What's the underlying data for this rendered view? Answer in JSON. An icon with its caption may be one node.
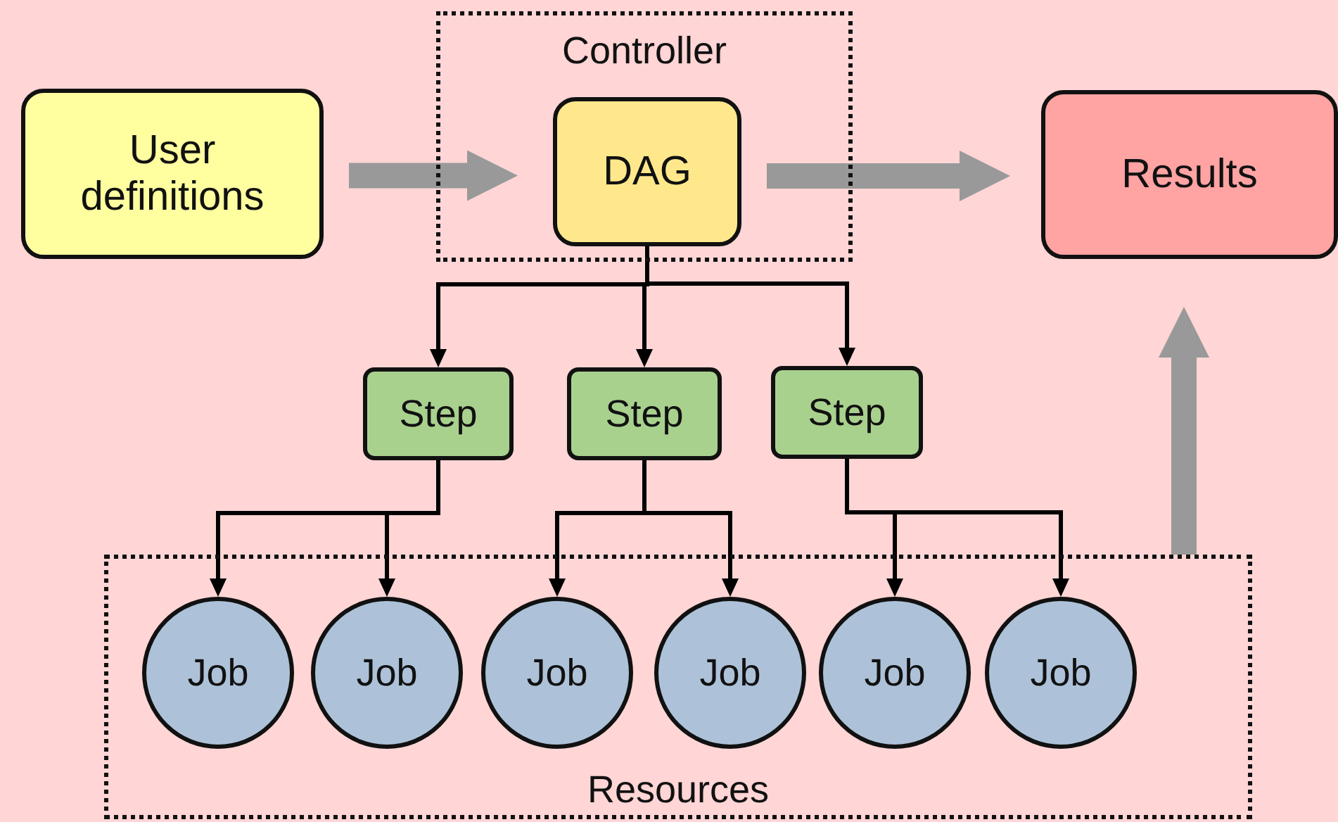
{
  "diagram": {
    "nodes": [
      {
        "text": [
          "Controller"
        ]
      },
      {
        "text": [
          "User definitions"
        ]
      },
      {
        "text": [
          "DAG"
        ],
        "in": 0
      },
      {
        "text": [
          "Results"
        ]
      },
      {
        "text": [
          "Step"
        ]
      },
      {
        "text": [
          "Step"
        ]
      },
      {
        "text": [
          "Step"
        ]
      },
      {
        "text": [
          "Resources"
        ]
      },
      {
        "text": [
          "Job"
        ],
        "in": 7
      },
      {
        "text": [
          "Job"
        ],
        "in": 7
      },
      {
        "text": [
          "Job"
        ],
        "in": 7
      },
      {
        "text": [
          "Job"
        ],
        "in": 7
      },
      {
        "text": [
          "Job"
        ],
        "in": 7
      },
      {
        "text": [
          "Job"
        ],
        "in": 7
      }
    ],
    "edges": [
      {
        "from": 1,
        "to": 2,
        "arrow": "to",
        "style": "thick",
        "color": "#999999"
      },
      {
        "from": 2,
        "to": 3,
        "arrow": "to",
        "style": "thick",
        "color": "#999999"
      },
      {
        "from": 2,
        "to": 4,
        "arrow": "to"
      },
      {
        "from": 2,
        "to": 5,
        "arrow": "to"
      },
      {
        "from": 2,
        "to": 6,
        "arrow": "to"
      },
      {
        "from": 4,
        "to": 8,
        "arrow": "to"
      },
      {
        "from": 4,
        "to": 9,
        "arrow": "to"
      },
      {
        "from": 5,
        "to": 10,
        "arrow": "to"
      },
      {
        "from": 5,
        "to": 11,
        "arrow": "to"
      },
      {
        "from": 6,
        "to": 12,
        "arrow": "to"
      },
      {
        "from": 6,
        "to": 13,
        "arrow": "to"
      },
      {
        "from": 7,
        "to": 3,
        "arrow": "to",
        "style": "thick",
        "color": "#999999"
      }
    ]
  }
}
